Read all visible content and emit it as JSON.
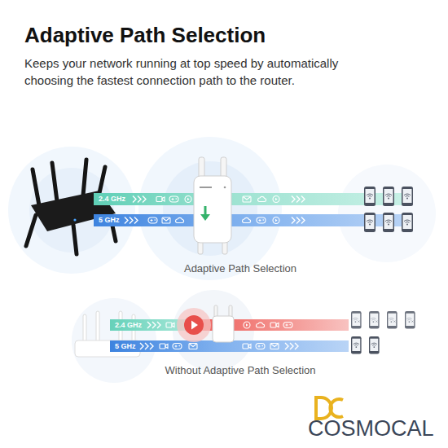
{
  "diagram": {
    "title": "Adaptive Path Selection",
    "caption": "Keeps your network running at top speed by automatically choosing the fastest connection path to the router.",
    "nodes": [
      {
        "text": [
          "2.4 GHz"
        ]
      },
      {
        "text": [
          "5 GHz"
        ]
      },
      {
        "text": [
          "2.4 GHz"
        ]
      },
      {
        "text": [
          "5 GHz"
        ]
      }
    ],
    "labels": [
      "Adaptive Path Selection",
      "Without Adaptive Path Selection",
      "COSMOCAL"
    ]
  }
}
